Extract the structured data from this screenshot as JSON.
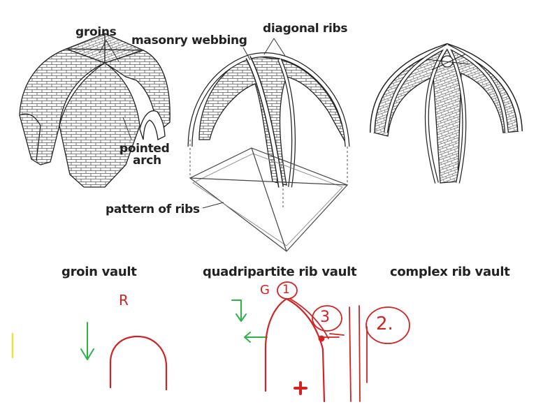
{
  "labels": {
    "groins": "groins",
    "masonry_webbing": "masonry webbing",
    "diagonal_ribs": "diagonal ribs",
    "pointed": "pointed",
    "arch": "arch",
    "pattern_of_ribs": "pattern of ribs"
  },
  "captions": {
    "groin_vault": "groin vault",
    "quadripartite": "quadripartite rib vault",
    "complex": "complex rib vault"
  },
  "annotations": {
    "r_mark": "R",
    "g_mark": "G",
    "circled_one": "1",
    "circled_three": "3",
    "circled_two": "2."
  },
  "colors": {
    "ink": "#222222",
    "annotation_red": "#d42222",
    "annotation_green": "#2bb34a",
    "highlight_yellow": "#f0e040"
  }
}
